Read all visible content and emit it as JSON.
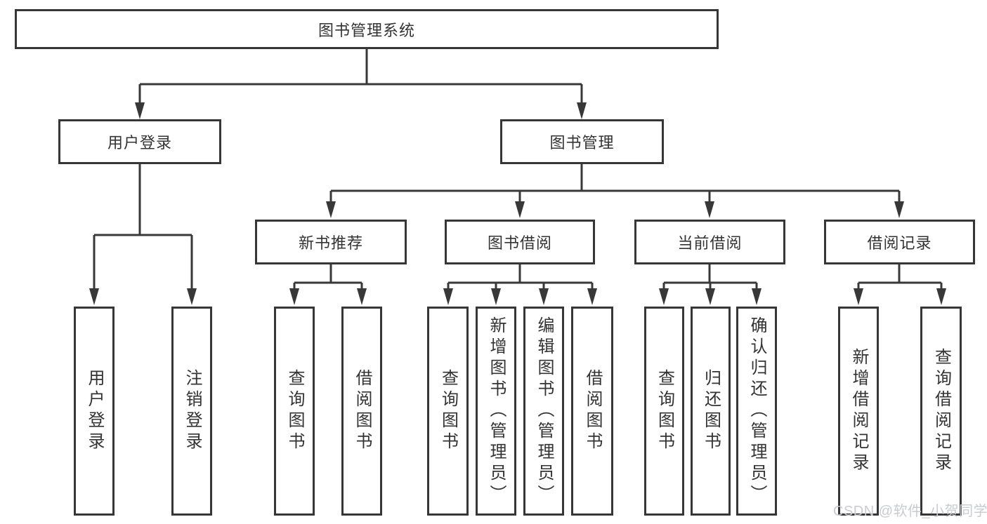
{
  "diagram": {
    "root": {
      "label": "图书管理系统"
    },
    "level2": [
      {
        "label": "用户登录"
      },
      {
        "label": "图书管理"
      }
    ],
    "level3": [
      {
        "label": "新书推荐"
      },
      {
        "label": "图书借阅"
      },
      {
        "label": "当前借阅"
      },
      {
        "label": "借阅记录"
      }
    ],
    "leaves": [
      {
        "label": "用户登录"
      },
      {
        "label": "注销登录"
      },
      {
        "label": "查询图书"
      },
      {
        "label": "借阅图书"
      },
      {
        "label": "查询图书"
      },
      {
        "label": "新增图书（管理员）"
      },
      {
        "label": "编辑图书（管理员）"
      },
      {
        "label": "借阅图书"
      },
      {
        "label": "查询图书"
      },
      {
        "label": "归还图书"
      },
      {
        "label": "确认归还（管理员）"
      },
      {
        "label": "新增借阅记录"
      },
      {
        "label": "查询借阅记录"
      }
    ]
  },
  "watermark": {
    "text": "CSDN @软件_小贺同学"
  },
  "colors": {
    "line": "#383838",
    "text": "#333333",
    "watermark_gray": "#c9cbd1",
    "background": "#ffffff"
  }
}
